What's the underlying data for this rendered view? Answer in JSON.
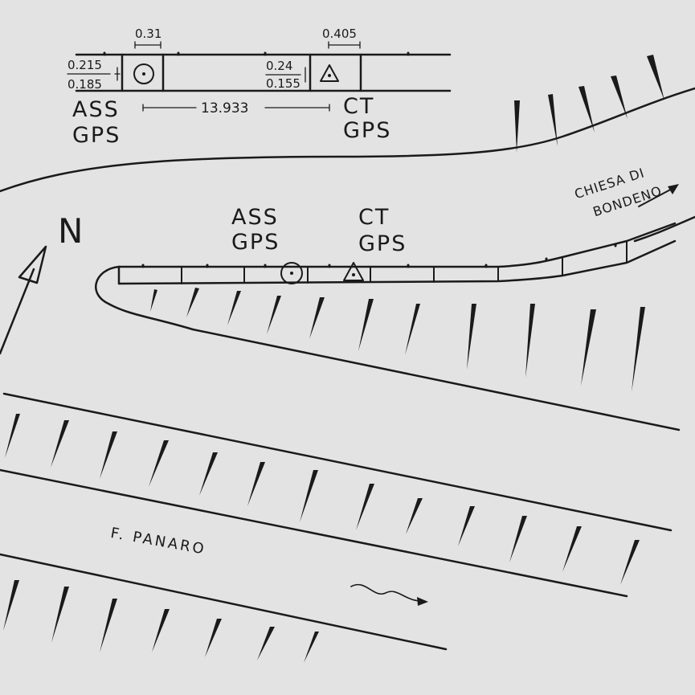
{
  "detail": {
    "dim_top_left": "0.31",
    "dim_top_right": "0.405",
    "dim_left_upper": "0.215",
    "dim_left_lower": "0.185",
    "dim_mid_upper": "0.24",
    "dim_mid_lower": "0.155",
    "span_distance": "13.933",
    "left_marker_line1": "ASS",
    "left_marker_line2": "GPS",
    "right_marker_line1": "CT",
    "right_marker_line2": "GPS"
  },
  "plan": {
    "north_label": "N",
    "ass_line1": "ASS",
    "ass_line2": "GPS",
    "ct_line1": "CT",
    "ct_line2": "GPS",
    "church_line1": "CHIESA DI",
    "church_line2": "BONDENO",
    "river_label": "F. PANARO"
  },
  "colors": {
    "paper": "#e3e3e3",
    "ink": "#1a1a1a"
  },
  "icons": {
    "ass_marker": "circle-dot-icon",
    "ct_marker": "triangle-dot-icon",
    "north": "north-arrow-icon",
    "flow": "flow-arrow-icon"
  }
}
